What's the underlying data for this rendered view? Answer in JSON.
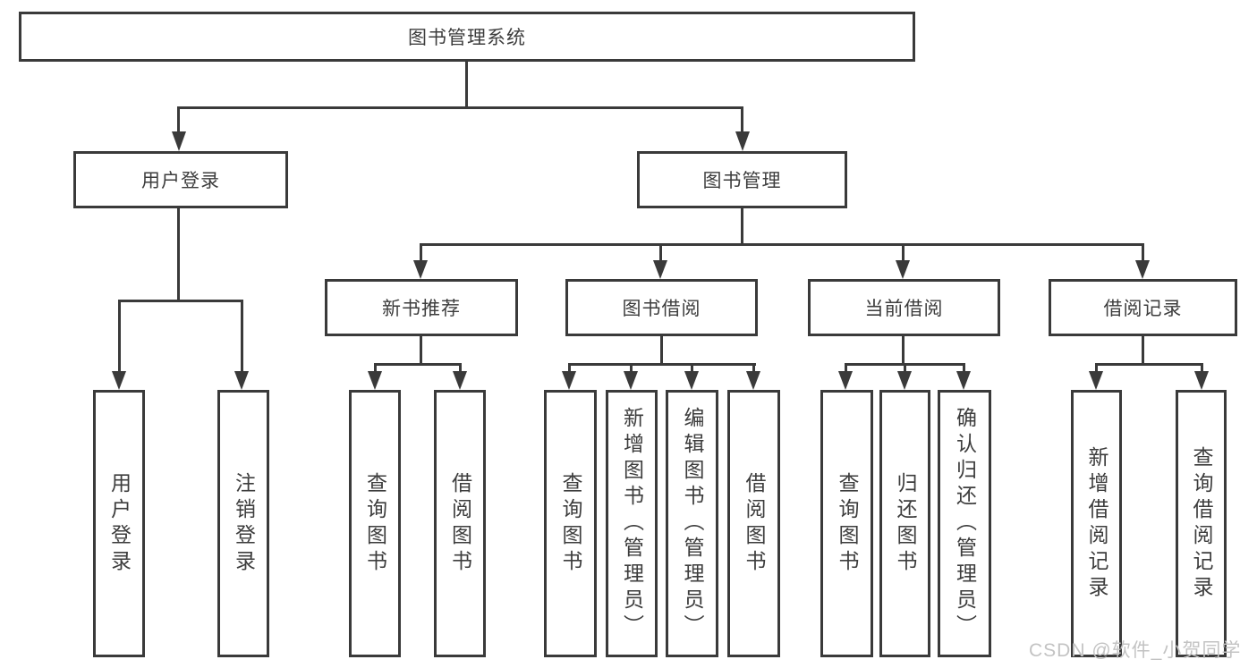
{
  "root": {
    "label": "图书管理系统"
  },
  "branches": {
    "user_login": {
      "label": "用户登录",
      "children": [
        {
          "label": "用户登录"
        },
        {
          "label": "注销登录"
        }
      ]
    },
    "book_management": {
      "label": "图书管理",
      "sections": [
        {
          "label": "新书推荐",
          "children": [
            {
              "label": "查询图书"
            },
            {
              "label": "借阅图书"
            }
          ]
        },
        {
          "label": "图书借阅",
          "children": [
            {
              "label": "查询图书"
            },
            {
              "label": "新增图书（管理员）"
            },
            {
              "label": "编辑图书（管理员）"
            },
            {
              "label": "借阅图书"
            }
          ]
        },
        {
          "label": "当前借阅",
          "children": [
            {
              "label": "查询图书"
            },
            {
              "label": "归还图书"
            },
            {
              "label": "确认归还（管理员）"
            }
          ]
        },
        {
          "label": "借阅记录",
          "children": [
            {
              "label": "新增借阅记录"
            },
            {
              "label": "查询借阅记录"
            }
          ]
        }
      ]
    }
  },
  "watermark": {
    "text": "CSDN @软件_小贺同学"
  },
  "colors": {
    "line": "#3a3a3a",
    "box_border": "#3a3a3a",
    "box_fill": "#ffffff",
    "text": "#3d3d3d",
    "watermark": "#c3c3c3"
  }
}
